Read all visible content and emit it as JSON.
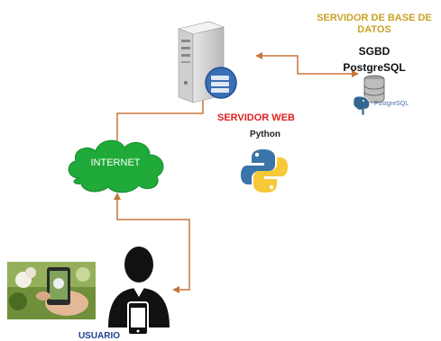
{
  "labels": {
    "database_server": "SERVIDOR DE BASE DE DATOS",
    "sgbd": "SGBD",
    "postgresql": "PostgreSQL",
    "postgresql_logo_text": "PostgreSQL",
    "web_server": "SERVIDOR WEB",
    "python": "Python",
    "internet": "INTERNET",
    "user": "USUARIO"
  },
  "colors": {
    "connector": "#c8763c",
    "cloud": "#1faa3a",
    "web_server_label": "#e02020",
    "db_label": "#c9a227",
    "user_label": "#1f3f8f"
  }
}
